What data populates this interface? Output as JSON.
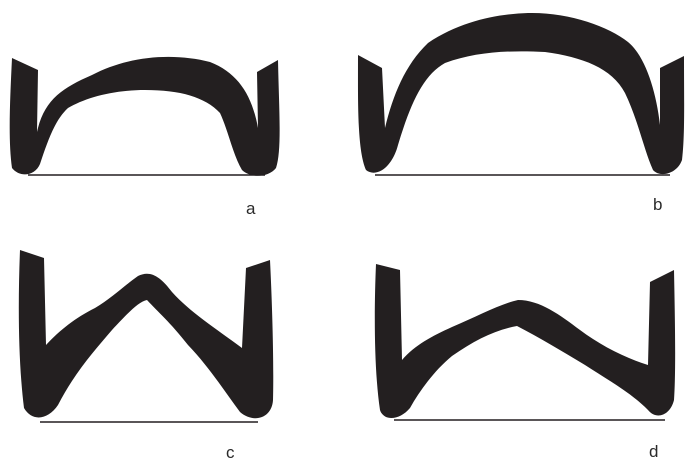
{
  "panels": [
    {
      "label": "a",
      "shape": "low-arch"
    },
    {
      "label": "b",
      "shape": "high-arch"
    },
    {
      "label": "c",
      "shape": "v-shaped"
    },
    {
      "label": "d",
      "shape": "asymmetric-v-shaped"
    }
  ],
  "colors": {
    "fill": "#231f20",
    "line": "#231f20",
    "label": "#2a2a2a",
    "background": "#ffffff"
  }
}
